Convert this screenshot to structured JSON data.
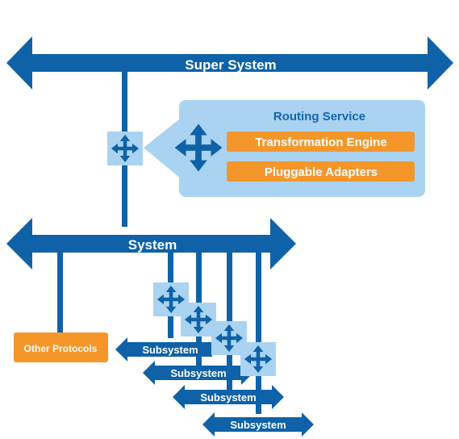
{
  "diagram": {
    "super_system_label": "Super System",
    "routing_service": {
      "title": "Routing Service",
      "items": [
        "Transformation Engine",
        "Pluggable Adapters"
      ]
    },
    "system_label": "System",
    "other_protocols_label": "Other Protocols",
    "subsystems": [
      "Subsystem",
      "Subsystem",
      "Subsystem",
      "Subsystem"
    ],
    "colors": {
      "bus_blue": "#0f62a8",
      "router_box": "#a9d3f1",
      "routing_panel": "#a9d3f1",
      "orange": "#f5962a",
      "routing_title": "#1565ad",
      "text_on_dark": "#ffffff"
    },
    "icons": {
      "router": "four-way-arrow-icon"
    }
  }
}
